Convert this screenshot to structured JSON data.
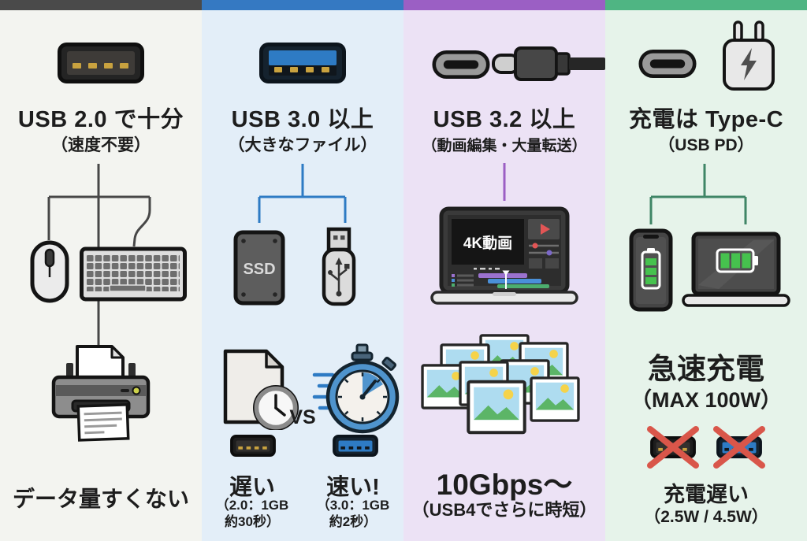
{
  "infographic": {
    "palette": {
      "text": "#1d1d1d",
      "usb_blue": "#2e7bc4",
      "gold_pins": "#c9a23f",
      "battery_green": "#46c24e",
      "red_cross": "#d9564a"
    },
    "columns": [
      {
        "id": "usb-2-0",
        "accent_color": "#4a4a4a",
        "bg_color": "#f3f4f0",
        "line_color": "#474747",
        "title": "USB 2.0 で十分",
        "subtitle": "（速度不要）",
        "bottom_label": "データ量すくない",
        "icons": [
          "usb-a-2-connector-icon",
          "mouse-icon",
          "keyboard-icon",
          "printer-icon"
        ]
      },
      {
        "id": "usb-3-0",
        "accent_color": "#3579c2",
        "bg_color": "#e3eef8",
        "line_color": "#2e7bc4",
        "title": "USB 3.0 以上",
        "subtitle": "（大きなファイル）",
        "ssd_label": "SSD",
        "vs_label": "VS",
        "slow": {
          "label": "遅い",
          "detail_line1": "（2.0：1GB",
          "detail_line2": "約30秒）"
        },
        "fast": {
          "label": "速い!",
          "detail_line1": "（3.0：1GB",
          "detail_line2": "約2秒）"
        },
        "icons": [
          "usb-a-3-connector-icon",
          "ssd-icon",
          "usb-flash-drive-icon",
          "file-clock-icon",
          "stopwatch-icon",
          "usb-a-2-small-icon",
          "usb-a-3-small-icon"
        ]
      },
      {
        "id": "usb-3-2",
        "accent_color": "#9b5fc4",
        "bg_color": "#ece2f5",
        "line_color": "#9b5fc4",
        "title": "USB 3.2 以上",
        "subtitle": "（動画編集・大量転送）",
        "screen_label": "4K動画",
        "speed_label": "10Gbps〜",
        "speed_note": "（USB4でさらに時短）",
        "icons": [
          "usb-c-port-icon",
          "usb-c-cable-icon",
          "laptop-video-editing-icon",
          "photo-stack-icon"
        ]
      },
      {
        "id": "type-c-charging",
        "accent_color": "#4fb583",
        "bg_color": "#e6f3ea",
        "line_color": "#3f8566",
        "title": "充電は Type-C",
        "subtitle": "（USB PD）",
        "fast_charge_label": "急速充電",
        "fast_charge_note": "（MAX 100W）",
        "slow_charge_label": "充電遅い",
        "slow_charge_note": "（2.5W / 4.5W）",
        "icons": [
          "usb-c-port-icon",
          "power-adapter-icon",
          "smartphone-battery-icon",
          "laptop-battery-icon",
          "crossed-usb-a-2-icon",
          "crossed-usb-a-3-icon"
        ]
      }
    ]
  }
}
